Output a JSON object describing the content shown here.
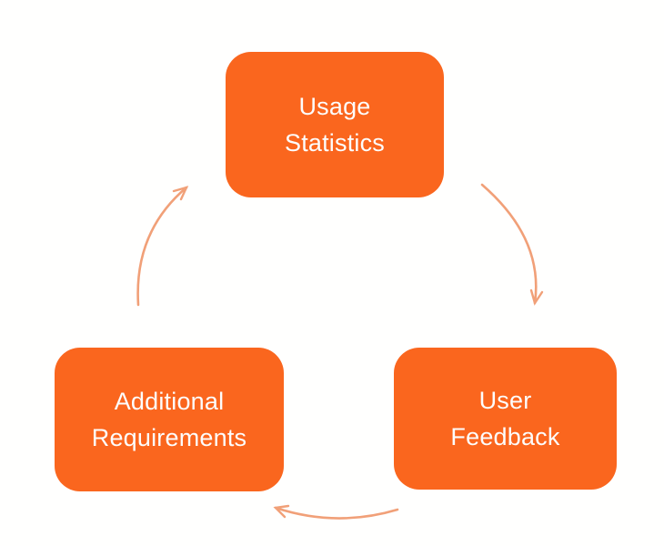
{
  "theme": {
    "background": "#FFFFFE",
    "node_fill": "#FA661E",
    "node_text_color": "#FDFDFD",
    "arrow_color": "#F1A078"
  },
  "diagram": {
    "type": "cycle",
    "nodes": [
      {
        "id": "usage-statistics",
        "line1": "Usage",
        "line2": "Statistics"
      },
      {
        "id": "user-feedback",
        "line1": "User",
        "line2": "Feedback"
      },
      {
        "id": "additional-requirements",
        "line1": "Additional",
        "line2": "Requirements"
      }
    ],
    "arrows": [
      {
        "id": "usage-to-feedback",
        "from": "usage-statistics",
        "to": "user-feedback"
      },
      {
        "id": "feedback-to-requirements",
        "from": "user-feedback",
        "to": "additional-requirements"
      },
      {
        "id": "requirements-to-usage",
        "from": "additional-requirements",
        "to": "usage-statistics"
      }
    ]
  }
}
